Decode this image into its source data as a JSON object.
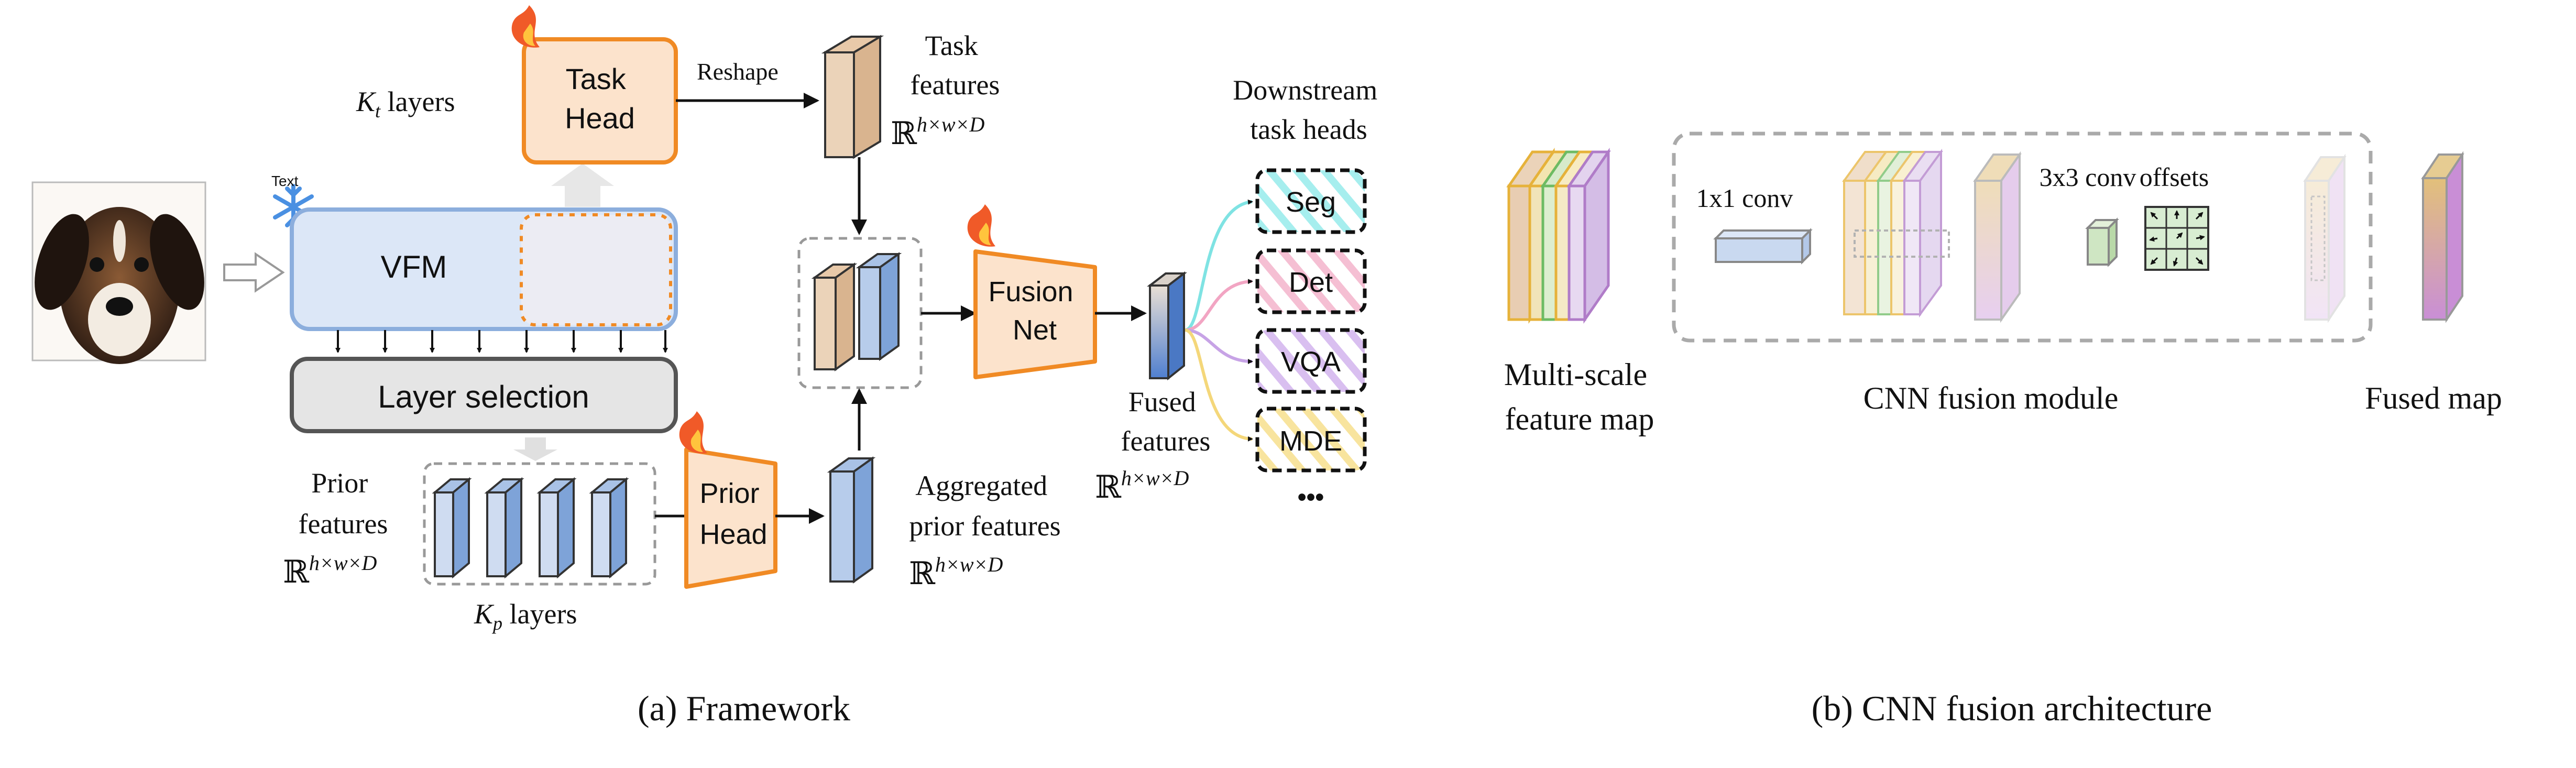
{
  "framework": {
    "caption": "(a) Framework",
    "task_head": "Task\nHead",
    "kt_layers_k": "K",
    "kt_layers_sub": "t",
    "kt_layers_word": " layers",
    "reshape": "Reshape",
    "task_features": "Task\nfeatures",
    "text_label": "Text",
    "vfm": "VFM",
    "layer_selection": "Layer selection",
    "prior_features": "Prior\nfeatures",
    "kp_layers_k": "K",
    "kp_layers_sub": "p",
    "kp_layers_word": " layers",
    "prior_head": "Prior\nHead",
    "aggregated_prior_features": "Aggregated\nprior features",
    "fusion_net": "Fusion\nNet",
    "fused_features": "Fused\nfeatures",
    "downstream_title": "Downstream\ntask heads",
    "heads": [
      "Seg",
      "Det",
      "VQA",
      "MDE"
    ],
    "ellipsis": "•••",
    "dim_R": "ℝ",
    "dim_sup": "h×w×D"
  },
  "cnn": {
    "caption": "(b) CNN fusion architecture",
    "conv1": "1x1 conv",
    "conv3": "3x3 conv",
    "offsets": "offsets",
    "multi_scale": "Multi-scale\nfeature map",
    "module_label": "CNN fusion module",
    "fused_map": "Fused map"
  },
  "colors": {
    "orange": "#F08A24",
    "orange_fill": "#FCE3CC",
    "vfm_fill": "#DCE7F7",
    "vfm_stroke": "#8CAEDD",
    "blue": "#5B87C9",
    "tan": "#EBD3B9",
    "seg": "#7FE3E3",
    "det": "#F2A5C3",
    "vqa": "#C7A3E6",
    "mde": "#F4D77A"
  }
}
